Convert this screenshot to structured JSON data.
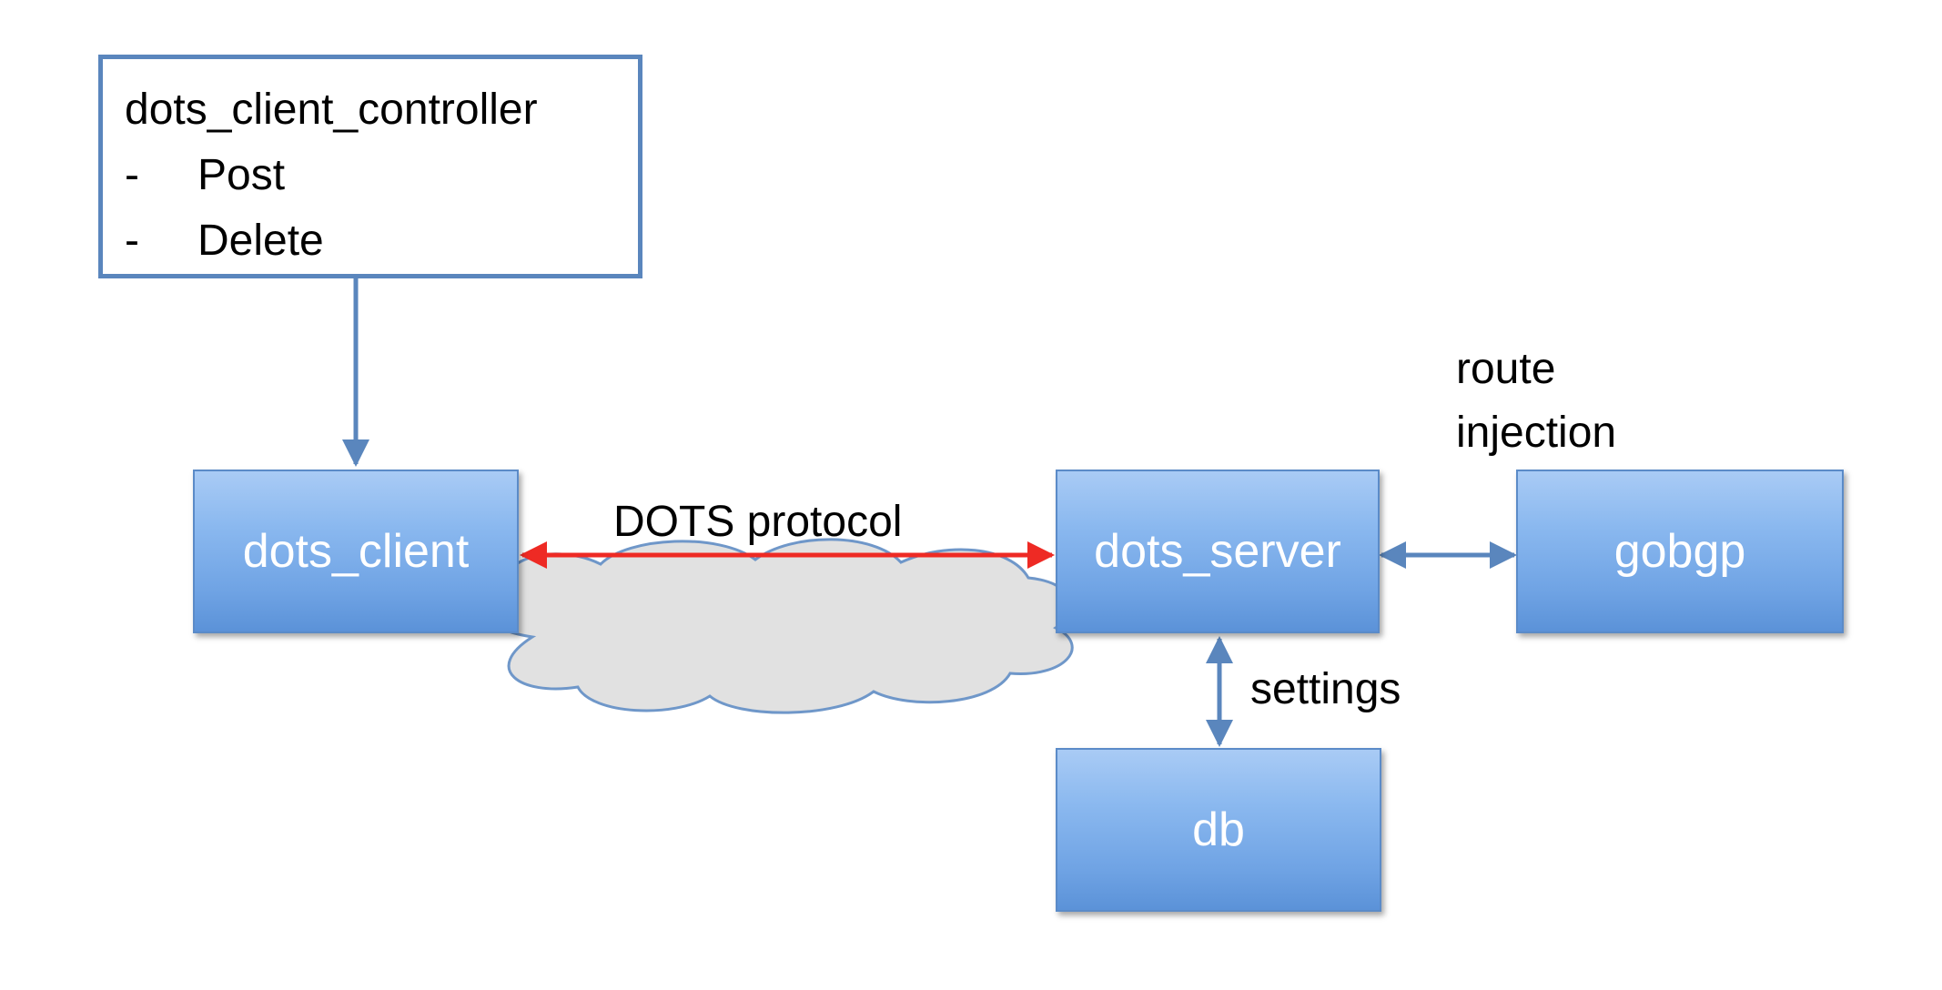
{
  "controller": {
    "title": "dots_client_controller",
    "items": [
      {
        "bullet": "-",
        "label": "Post"
      },
      {
        "bullet": "-",
        "label": "Delete"
      }
    ]
  },
  "nodes": {
    "dots_client": "dots_client",
    "dots_server": "dots_server",
    "gobgp": "gobgp",
    "db": "db"
  },
  "edges": {
    "protocol_label": "DOTS protocol",
    "route_label_line1": "route",
    "route_label_line2": "injection",
    "settings_label": "settings"
  },
  "colors": {
    "node_fill_top": "#a9cbf5",
    "node_fill_bottom": "#5b92d8",
    "connector": "#5a86bd",
    "protocol_arrow": "#ee2a24",
    "cloud_fill": "#e1e1e1",
    "cloud_outline": "#6f97c9"
  },
  "icons": {
    "network": "cloud-icon"
  }
}
